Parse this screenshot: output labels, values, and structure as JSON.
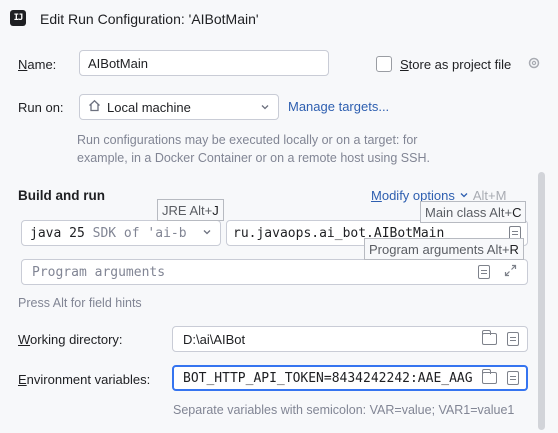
{
  "window": {
    "title": "Edit Run Configuration: 'AIBotMain'"
  },
  "name_row": {
    "label_mnemonic": "N",
    "label_rest": "ame:",
    "value": "AIBotMain",
    "store_label_mnemonic": "S",
    "store_label_rest": "tore as project file",
    "store_checked": false
  },
  "run_on": {
    "label": "Run on:",
    "target": "Local machine",
    "manage_link": "Manage targets...",
    "hint": "Run configurations may be executed locally or on a target: for example, in a Docker Container or on a remote host using SSH."
  },
  "build_run": {
    "section_title": "Build and run",
    "modify_mnemonic": "M",
    "modify_rest": "odify options",
    "modify_shortcut": "Alt+M",
    "jre_tooltip_text": "JRE Alt+",
    "jre_tooltip_key": "J",
    "sdk_value": "java 25",
    "sdk_hint": "SDK of 'ai-b",
    "main_class_value": "ru.javaops.ai_bot.AIBotMain",
    "main_class_tooltip_text": "Main class Alt+",
    "main_class_tooltip_key": "C",
    "prog_args_tooltip_text": "Program arguments Alt+",
    "prog_args_tooltip_key": "R",
    "prog_args_placeholder": "Program arguments",
    "alt_hint": "Press Alt for field hints"
  },
  "working_dir": {
    "label_mnemonic": "W",
    "label_rest": "orking directory:",
    "value": "D:\\ai\\AIBot"
  },
  "env_vars": {
    "label_mnemonic": "E",
    "label_rest": "nvironment variables:",
    "value": "BOT_HTTP_API_TOKEN=8434242242:AAE_AAG",
    "hint": "Separate variables with semicolon: VAR=value; VAR1=value1"
  },
  "icons": {
    "app": "intellij-icon",
    "home": "home-icon",
    "chevron": "chevron-down-icon",
    "gear": "settings-icon",
    "doc": "document-icon",
    "folder": "folder-icon",
    "expand": "expand-icon"
  }
}
